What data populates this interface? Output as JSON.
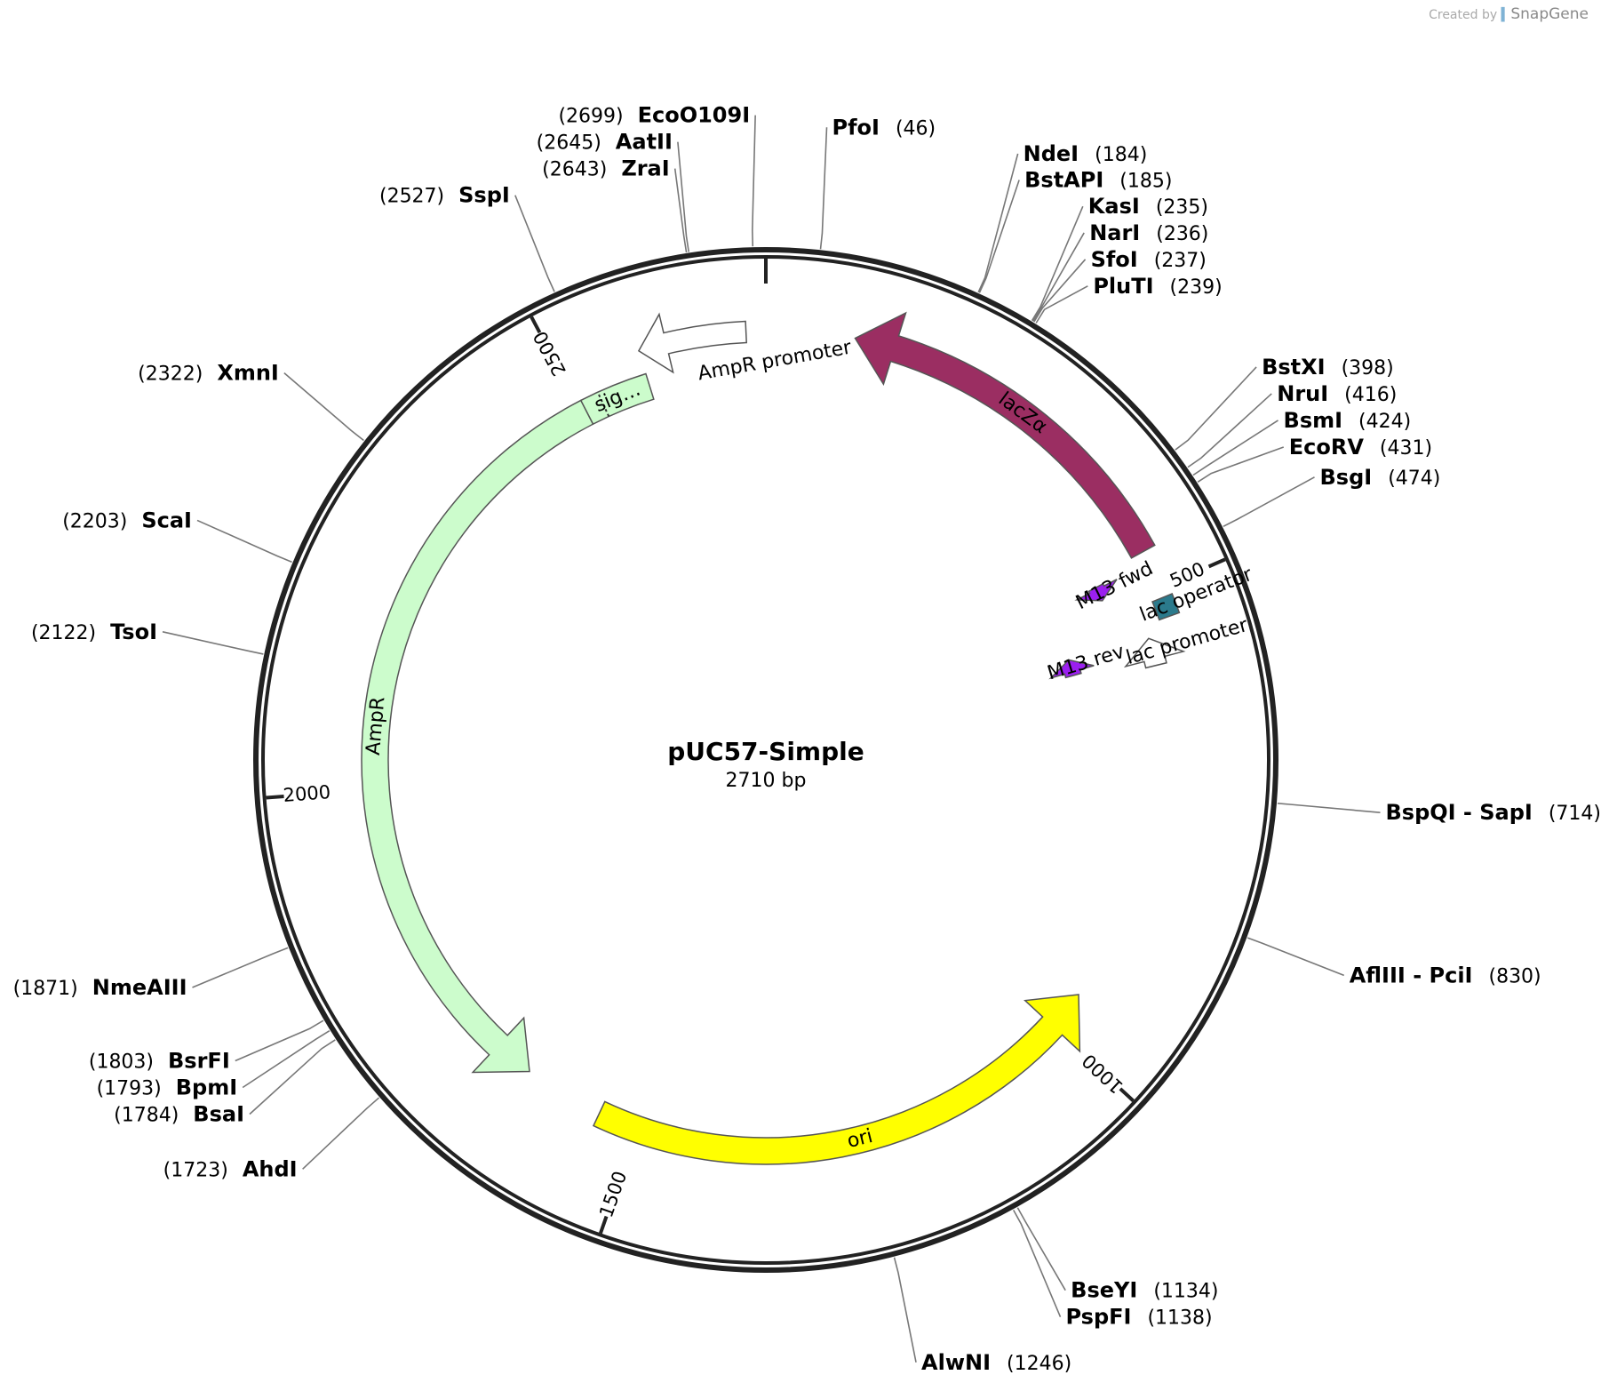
{
  "credit": {
    "prefix": "Created by",
    "brand": "SnapGene"
  },
  "plasmid": {
    "name": "pUC57-Simple",
    "size_label": "2710 bp"
  },
  "colors": {
    "lacZa": "#9b2e62",
    "AmpR": "#ccfccc",
    "ori": "#ffff00",
    "primer": "#9b1ff0",
    "operator": "#2b7a8c",
    "promoter": "#ffffff",
    "backbone": "#222222"
  },
  "diagram_data": {
    "total_bp": 2710,
    "ticks": [
      {
        "bp": 0,
        "label": ""
      },
      {
        "bp": 500,
        "label": "500"
      },
      {
        "bp": 1000,
        "label": "1000"
      },
      {
        "bp": 1500,
        "label": "1500"
      },
      {
        "bp": 2000,
        "label": "2000"
      },
      {
        "bp": 2500,
        "label": "2500"
      }
    ],
    "features": [
      {
        "name": "lacZα",
        "start": 90,
        "end": 460,
        "direction": -1,
        "color": "#9b2e62",
        "text_color": "#ffffff"
      },
      {
        "name": "AmpR",
        "start": 1635,
        "end": 2505,
        "direction": -1,
        "color": "#ccfccc",
        "text_color": "#000000"
      },
      {
        "name": "ori",
        "start": 955,
        "end": 1545,
        "direction": -1,
        "color": "#ffff00",
        "text_color": "#000000"
      },
      {
        "name": "sig…",
        "start": 2505,
        "end": 2580,
        "direction": 0,
        "color": "#ccfccc",
        "text_color": "#000000"
      },
      {
        "name": "AmpR promoter",
        "start": 2580,
        "end": 2690,
        "direction": -1,
        "color": "#ffffff",
        "text_color": "#000000"
      },
      {
        "name": "lac operator",
        "start": 510,
        "end": 530,
        "direction": 0,
        "color": "#2b7a8c",
        "text_color": "#000000"
      },
      {
        "name": "lac promoter",
        "start": 545,
        "end": 575,
        "direction": -1,
        "color": "#ffffff",
        "text_color": "#000000"
      },
      {
        "name": "M13 fwd",
        "start": 470,
        "end": 487,
        "direction": 1,
        "color": "#9b1ff0",
        "text_color": "#000000"
      },
      {
        "name": "M13 rev",
        "start": 540,
        "end": 562,
        "direction": -1,
        "color": "#9b1ff0",
        "text_color": "#000000"
      }
    ],
    "sites": [
      {
        "enzyme": "EcoO109I",
        "pos": "2699",
        "side": "left"
      },
      {
        "enzyme": "PfoI",
        "pos": "46",
        "side": "right"
      },
      {
        "enzyme": "AatII",
        "pos": "2645",
        "side": "left"
      },
      {
        "enzyme": "ZraI",
        "pos": "2643",
        "side": "left"
      },
      {
        "enzyme": "SspI",
        "pos": "2527",
        "side": "left"
      },
      {
        "enzyme": "NdeI",
        "pos": "184",
        "side": "right"
      },
      {
        "enzyme": "BstAPI",
        "pos": "185",
        "side": "right"
      },
      {
        "enzyme": "KasI",
        "pos": "235",
        "side": "right"
      },
      {
        "enzyme": "NarI",
        "pos": "236",
        "side": "right"
      },
      {
        "enzyme": "SfoI",
        "pos": "237",
        "side": "right"
      },
      {
        "enzyme": "PluTI",
        "pos": "239",
        "side": "right"
      },
      {
        "enzyme": "BstXI",
        "pos": "398",
        "side": "right"
      },
      {
        "enzyme": "NruI",
        "pos": "416",
        "side": "right"
      },
      {
        "enzyme": "BsmI",
        "pos": "424",
        "side": "right"
      },
      {
        "enzyme": "EcoRV",
        "pos": "431",
        "side": "right"
      },
      {
        "enzyme": "BsgI",
        "pos": "474",
        "side": "right"
      },
      {
        "enzyme": "BspQI  -  SapI",
        "pos": "714",
        "side": "right"
      },
      {
        "enzyme": "AflIII  -  PciI",
        "pos": "830",
        "side": "right"
      },
      {
        "enzyme": "BseYI",
        "pos": "1134",
        "side": "right"
      },
      {
        "enzyme": "PspFI",
        "pos": "1138",
        "side": "right"
      },
      {
        "enzyme": "AlwNI",
        "pos": "1246",
        "side": "right"
      },
      {
        "enzyme": "AhdI",
        "pos": "1723",
        "side": "left"
      },
      {
        "enzyme": "BsaI",
        "pos": "1784",
        "side": "left"
      },
      {
        "enzyme": "BpmI",
        "pos": "1793",
        "side": "left"
      },
      {
        "enzyme": "BsrFI",
        "pos": "1803",
        "side": "left"
      },
      {
        "enzyme": "NmeAIII",
        "pos": "1871",
        "side": "left"
      },
      {
        "enzyme": "TsoI",
        "pos": "2122",
        "side": "left"
      },
      {
        "enzyme": "ScaI",
        "pos": "2203",
        "side": "left"
      },
      {
        "enzyme": "XmnI",
        "pos": "2322",
        "side": "left"
      }
    ]
  }
}
